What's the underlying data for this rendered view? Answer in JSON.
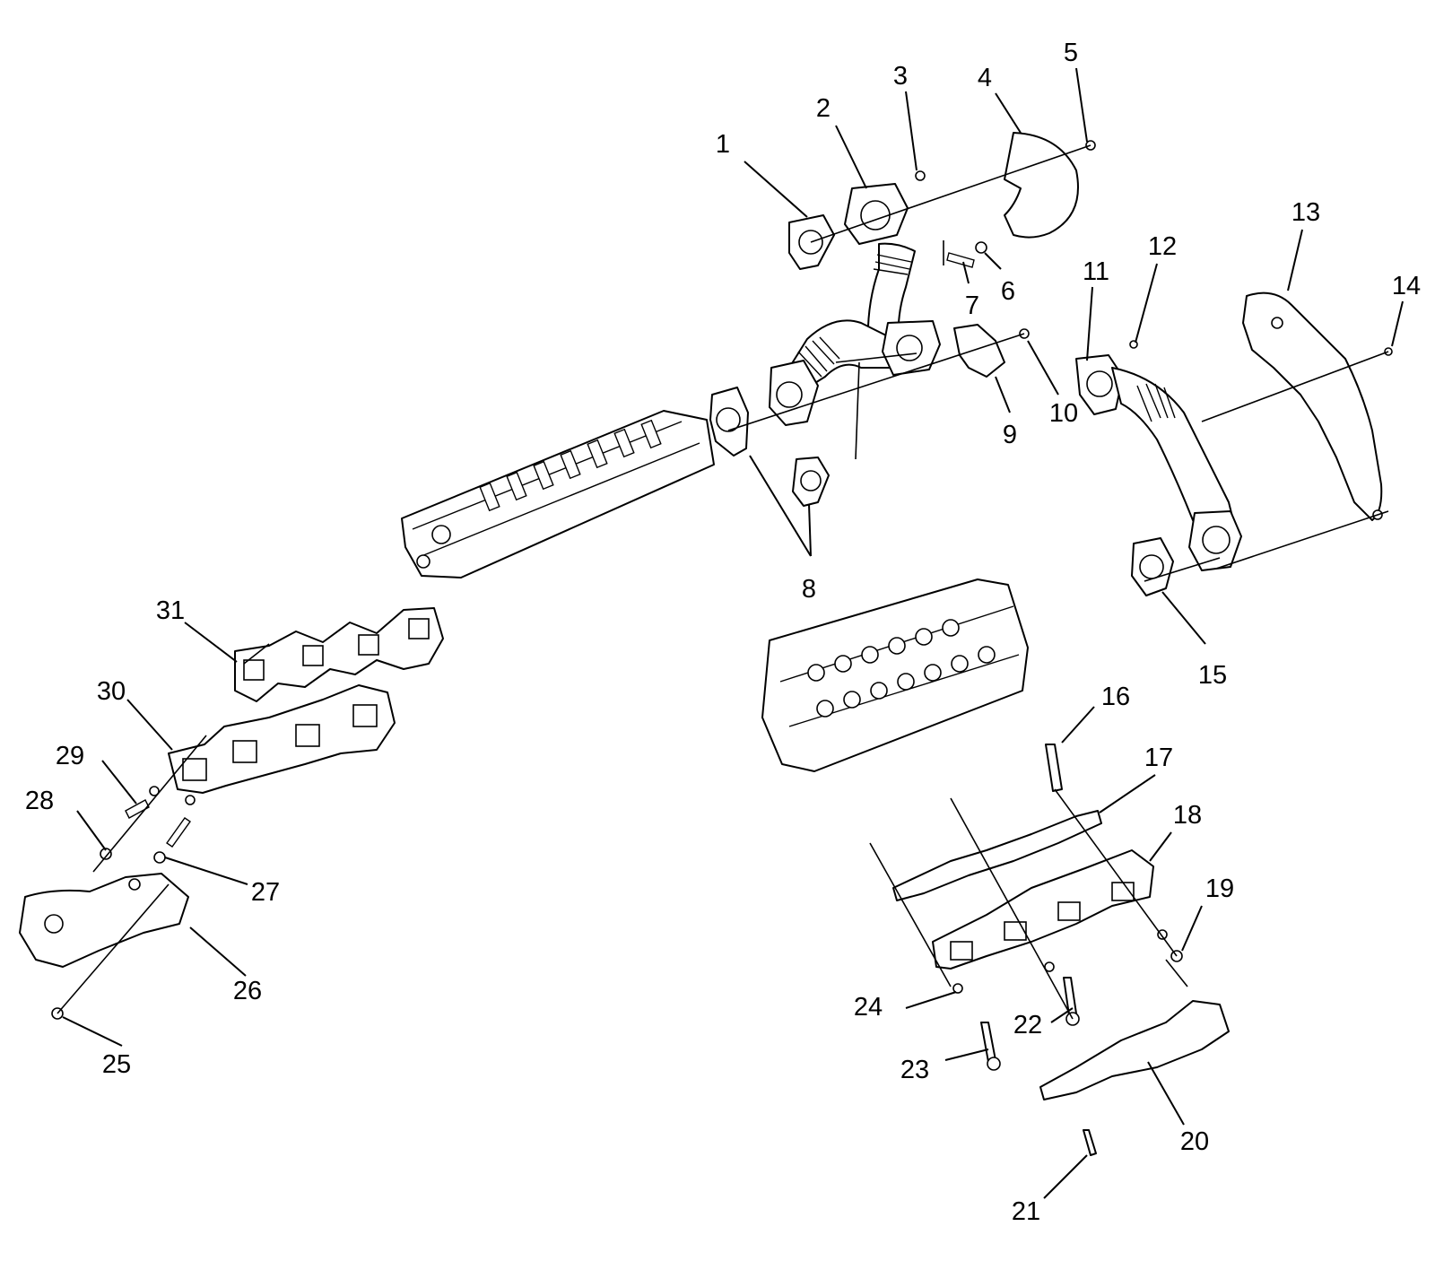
{
  "diagram": {
    "background": "#ffffff",
    "line_color": "#000000",
    "callouts": [
      "1",
      "2",
      "3",
      "4",
      "5",
      "6",
      "7",
      "8",
      "9",
      "10",
      "11",
      "12",
      "13",
      "14",
      "15",
      "16",
      "17",
      "18",
      "19",
      "20",
      "21",
      "22",
      "23",
      "24",
      "25",
      "26",
      "27",
      "28",
      "29",
      "30",
      "31"
    ]
  }
}
